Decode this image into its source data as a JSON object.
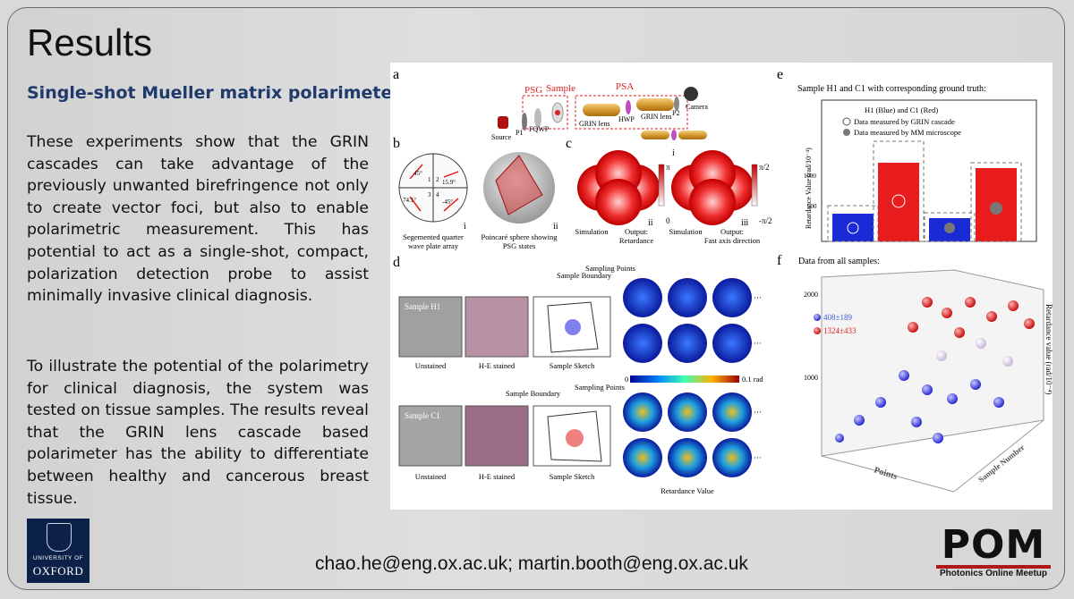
{
  "slide": {
    "title": "Results",
    "subtitle": "Single-shot Mueller matrix polarimeter",
    "paragraph1": "These experiments show that the GRIN cascades can take advantage of the previously unwanted birefringence not only to create vector foci, but also to enable polarimetric measurement. This has potential to act as a single-shot, compact, polarization detection probe to assist minimally invasive clinical diagnosis.",
    "paragraph2": "To illustrate the potential of the polarimetry for clinical diagnosis, the system was tested on tissue samples. The results reveal that the GRIN lens cascade based polarimeter has the ability to differentiate between healthy and cancerous breast tissue.",
    "email": "chao.he@eng.ox.ac.uk; martin.booth@eng.ox.ac.uk"
  },
  "logos": {
    "oxford_line1": "UNIVERSITY OF",
    "oxford_line2": "OXFORD",
    "pom_word": "POM",
    "pom_tagline": "Photonics Online Meetup"
  },
  "figure": {
    "panel_a": {
      "letter": "a",
      "psg": "PSG",
      "sample": "Sample",
      "psa": "PSA",
      "source": "Source",
      "p1": "P1",
      "fqwp": "FQWP",
      "grin1": "GRIN lens",
      "hwp": "HWP",
      "grin2": "GRIN lens",
      "p2": "P2",
      "camera": "Camera"
    },
    "panel_b": {
      "letter": "b",
      "angle1": "45°",
      "angle2": "15.9°",
      "angle3": "74.1°",
      "angle4": "-45°",
      "q1": "1",
      "q2": "2",
      "q3": "3",
      "q4": "4",
      "roman1": "i",
      "roman2": "ii",
      "caption1a": "Segemented quarter",
      "caption1b": "wave plate array",
      "caption2a": "Poincaré sphere showing",
      "caption2b": "PSG  states"
    },
    "panel_c": {
      "letter": "c",
      "roman_i": "i",
      "roman_ii": "ii",
      "roman_iii": "iii",
      "sim1": "Simulation",
      "out1a": "Output:",
      "out1b": "Retardance",
      "sim2": "Simulation",
      "out2a": "Output:",
      "out2b": "Fast axis direction",
      "cb1_top": "π",
      "cb1_bottom": "0",
      "cb2_top": "π/2",
      "cb2_bottom": "-π/2"
    },
    "panel_d": {
      "letter": "d",
      "sample_h1": "Sample H1",
      "sample_c1": "Sample C1",
      "unstained": "Unstained",
      "he": "H-E stained",
      "sketch": "Sample Sketch",
      "boundary": "Sample Boundary",
      "points": "Sampling Points",
      "cb_left": "0",
      "cb_right": "0.1 rad",
      "retardance": "Retardance Value",
      "dots": "···"
    },
    "panel_e": {
      "letter": "e",
      "title": "Sample H1 and C1 with corresponding ground truth:",
      "legend_title": "H1 (Blue) and C1 (Red)",
      "legend_grin": "Data measured by GRIN cascade",
      "legend_mm": "Data measured by MM microscope",
      "ylabel": "Retardance Value (rad/10⁻⁴)",
      "ticks": [
        "1000",
        "500"
      ]
    },
    "panel_f": {
      "letter": "f",
      "title": "Data from all samples:",
      "blue_stat": "408±189",
      "red_stat": "1324±433",
      "ylabel": "Retardance value (rad/10⁻⁴)",
      "tick_2000": "2000",
      "tick_1000": "1000",
      "xlabel": "Points",
      "zlabel": "Sample Number"
    }
  },
  "colors": {
    "subtitle": "#1f3a6b",
    "red_accent": "#e02020",
    "blue_accent": "#1a2bd6",
    "oxford_blue": "#0b2147"
  }
}
